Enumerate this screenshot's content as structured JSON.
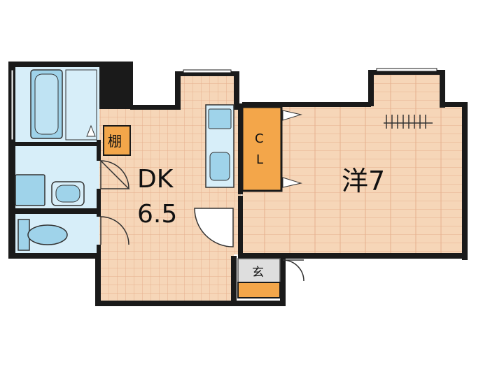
{
  "rooms": {
    "dk_label": "DK",
    "dk_size": "6.5",
    "western_room": "洋7",
    "closet_c": "C",
    "closet_l": "L",
    "shelf": "棚",
    "entrance": "玄"
  },
  "colors": {
    "wall": "#1a1a1a",
    "wood_floor": "#f6d6b8",
    "wood_line": "#e0a883",
    "wet_area": "#d7eef9",
    "fixture": "#9fd3ea",
    "closet": "#f3a64a",
    "entrance_floor": "#dedede"
  }
}
